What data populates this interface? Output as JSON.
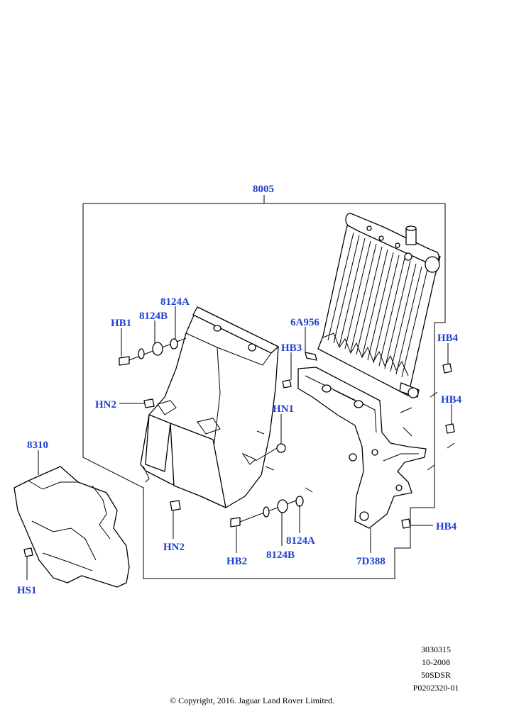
{
  "callouts": {
    "c8005": "8005",
    "c8124a_top": "8124A",
    "c8124b_top": "8124B",
    "hb1": "HB1",
    "c6a956": "6A956",
    "hb3": "HB3",
    "hb4_top": "HB4",
    "hb4_mid": "HB4",
    "hb4_low": "HB4",
    "hn2_left": "HN2",
    "hn1": "HN1",
    "c8310": "8310",
    "hn2_bottom": "HN2",
    "hb2": "HB2",
    "c8124b_bottom": "8124B",
    "c8124a_bottom": "8124A",
    "c7d388": "7D388",
    "hs1": "HS1"
  },
  "footer": {
    "ref1": "3030315",
    "ref2": "10-2008",
    "ref3": "50SDSR",
    "ref4": "P0202320-01",
    "copyright": "© Copyright, 2016. Jaguar Land Rover Limited."
  },
  "colors": {
    "callout": "#1f3fd0",
    "lines": "#000000",
    "background": "#ffffff"
  }
}
